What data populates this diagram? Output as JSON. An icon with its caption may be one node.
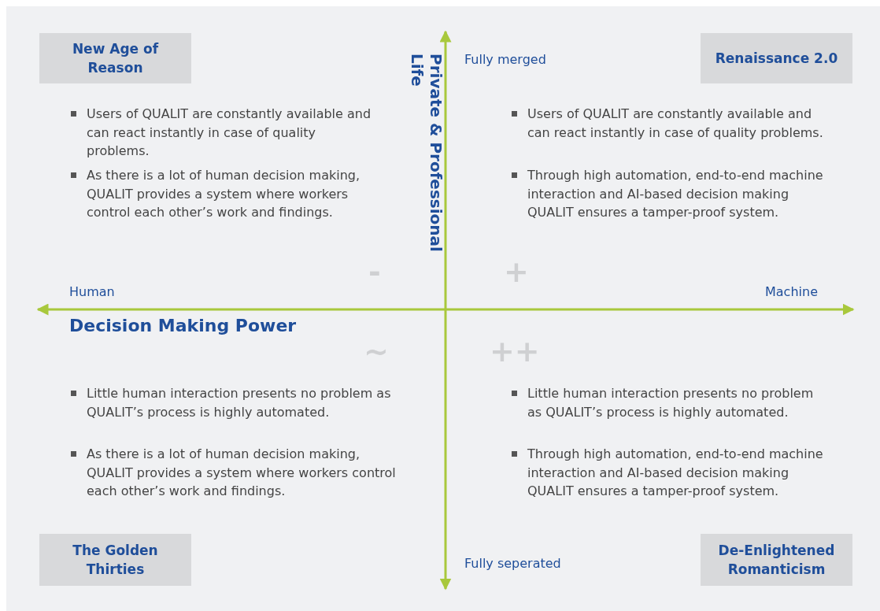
{
  "diagram": {
    "nodes": [
      {
        "text": [
          "New Age of Reason"
        ]
      },
      {
        "text": [
          "Renaissance 2.0"
        ]
      },
      {
        "text": [
          "The Golden Thirties"
        ]
      },
      {
        "text": [
          "De-Enlightened Romanticism"
        ]
      }
    ],
    "labels": [
      "Private & Professional Life",
      "Fully merged",
      "Users of QUALIT are constantly available and can react instantly in case of quality problems.",
      "As there is a lot of human decision making, QUALIT provides a system where workers control each other’s work and findings.",
      "Users of QUALIT are constantly available and can react instantly in case of quality problems.",
      "Through high automation, end-to-end machine interaction and AI-based decision making QUALIT ensures a tamper-proof system.",
      "-",
      "+",
      "Human",
      "Machine",
      "Decision Making Power",
      "~",
      "++",
      "Little human interaction presents no problem as QUALIT’s process is highly automated.",
      "As there is a lot of human decision making, QUALIT provides a system where workers control each other’s work and findings.",
      "Little human interaction presents no problem as QUALIT’s process is highly automated.",
      "Through high automation, end-to-end machine interaction and AI-based decision making QUALIT ensures a tamper-proof system.",
      "Fully seperated"
    ]
  }
}
